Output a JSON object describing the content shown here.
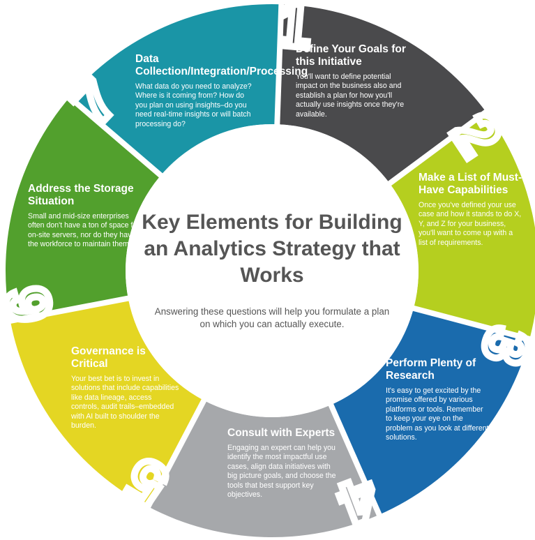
{
  "title": "Key Elements for Building an Analytics Strategy that Works",
  "subtitle": "Answering these questions will help you formulate a plan on which you can actually execute.",
  "colors": {
    "dark_gray": "#4a4a4c",
    "lime": "#b5cf1f",
    "blue": "#1a6bad",
    "light_gray": "#a6a8ab",
    "yellow": "#e4d623",
    "green": "#52a02d",
    "teal": "#1a95a6",
    "text_dark": "#555555"
  },
  "segments": [
    {
      "number": "1",
      "title": "Define Your Goals for this Initiative",
      "body": "You'll want to define potential impact on the business also and establish a plan for how you'll actually use insights once they're available."
    },
    {
      "number": "2",
      "title": "Make a List of Must-Have Capabilities",
      "body": "Once you've defined your use case and how it stands to do X, Y, and Z for your business, you'll want to come up with a list of requirements."
    },
    {
      "number": "3",
      "title": "Perform Plenty of Research",
      "body": "It's easy to get excited by the promise offered by various platforms or tools. Remember to keep your eye on the problem as you look at different solutions."
    },
    {
      "number": "4",
      "title": "Consult with Experts",
      "body": "Engaging an expert can help you identify the most impactful use cases, align data initiatives with big picture goals, and choose the tools that best support key objectives."
    },
    {
      "number": "5",
      "title": "Governance is Critical",
      "body": "Your best bet is to invest in solutions that include capabilities like data lineage, access controls, audit trails–embedded with AI built to shoulder the burden."
    },
    {
      "number": "6",
      "title": "Address the Storage Situation",
      "body": "Small and mid-size enterprises often don't have a ton of space for on-site servers, nor do they have the workforce to maintain them."
    },
    {
      "number": "7",
      "title": "Data Collection/Integration/Processing",
      "body": "What data do you need to analyze? Where is it coming from? How do you plan on using insights–do you need real-time insights or will batch processing do?"
    }
  ]
}
